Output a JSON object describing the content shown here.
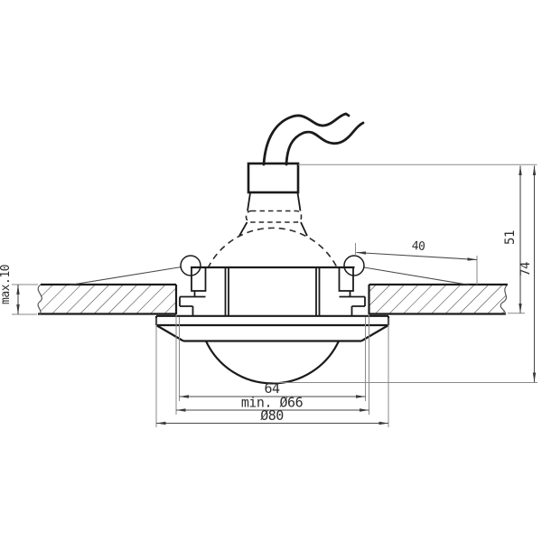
{
  "drawing": {
    "dimensions": {
      "spring_clip_range": "40",
      "recessed_depth": "51",
      "overall_height": "74",
      "ceiling_thickness": "max.10",
      "housing_diameter": "64",
      "cutout_diameter": "min. Ø66",
      "trim_diameter": "Ø80"
    }
  }
}
